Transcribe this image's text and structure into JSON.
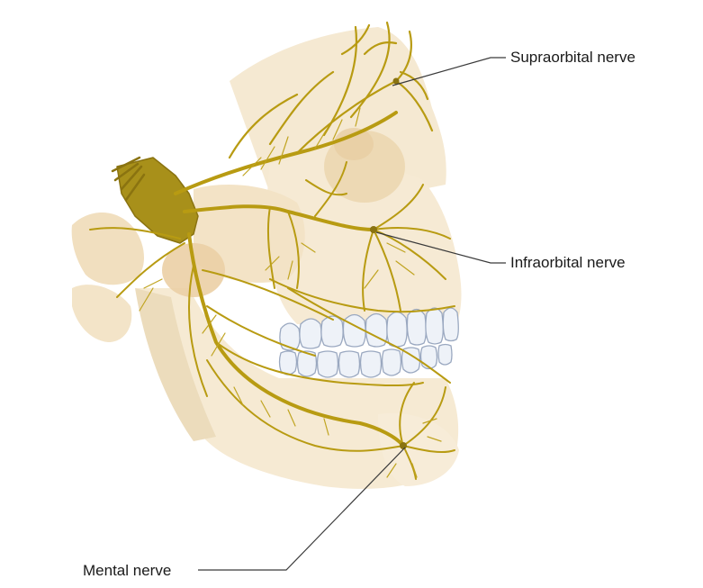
{
  "labels": {
    "supraorbital": "Supraorbital nerve",
    "infraorbital": "Infraorbital nerve",
    "mental": "Mental nerve"
  },
  "colors": {
    "bone": "#f4e7cf",
    "bone_shadow": "#ead6b4",
    "nerve": "#b89b12",
    "nerve_dark": "#8a7310",
    "teeth": "#eef2f8",
    "teeth_outline": "#9aa8c0",
    "leader": "#3a3a3a"
  }
}
